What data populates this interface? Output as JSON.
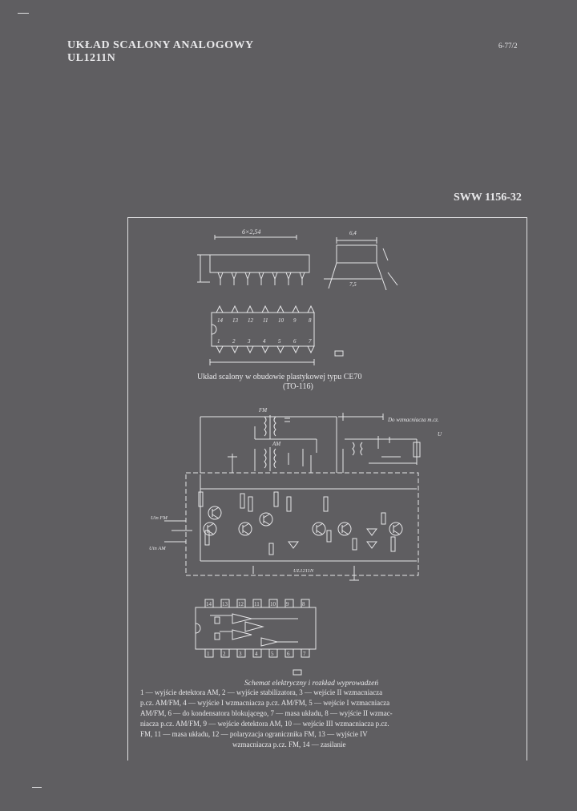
{
  "header": {
    "title_line1": "UKŁAD SCALONY ANALOGOWY",
    "title_line2": "UL1211N",
    "page_code": "6-77/2",
    "standard_code": "SWW 1156-32"
  },
  "package_figure": {
    "dim_overall": "6×2,54",
    "caption_line1": "Układ scalony w obudowie plastykowej typu CE70",
    "caption_line2": "(TO-116)",
    "top_pins": [
      "14",
      "13",
      "12",
      "11",
      "10",
      "9",
      "8"
    ],
    "bottom_pins": [
      "1",
      "2",
      "3",
      "4",
      "5",
      "6",
      "7"
    ]
  },
  "schematic": {
    "labels": {
      "fm": "FM",
      "am": "AM",
      "amp_label": "Do wzmacniacza m.cz.",
      "uo": "U",
      "input_fm": "Uin FM",
      "input_am": "Uin AM",
      "chip": "UL1211N"
    },
    "caption": "Schemat elektryczny i rozkład wyprowadzeń"
  },
  "pinout_figure": {
    "top_pins": [
      "14",
      "13",
      "12",
      "11",
      "10",
      "9",
      "8"
    ],
    "bottom_pins": [
      "1",
      "2",
      "3",
      "4",
      "5",
      "6",
      "7"
    ]
  },
  "description": {
    "line1": "1 — wyjście detektora AM, 2 — wyjście stabilizatora, 3 — wejście II wzmacniacza",
    "line2": "p.cz. AM/FM, 4 — wyjście I wzmacniacza p.cz. AM/FM, 5 — wejście I wzmacniacza",
    "line3": "AM/FM, 6 — do kondensatora blokującego, 7 — masa układu, 8 — wyjście II wzmac-",
    "line4": "niacza p.cz. AM/FM, 9 — wejście detektora AM, 10 — wejście III wzmacniacza p.cz.",
    "line5": "FM, 11 — masa układu, 12 — polaryzacja ogranicznika FM, 13 — wyjście IV",
    "line6": "wzmacniacza p.cz. FM, 14 — zasilanie"
  }
}
